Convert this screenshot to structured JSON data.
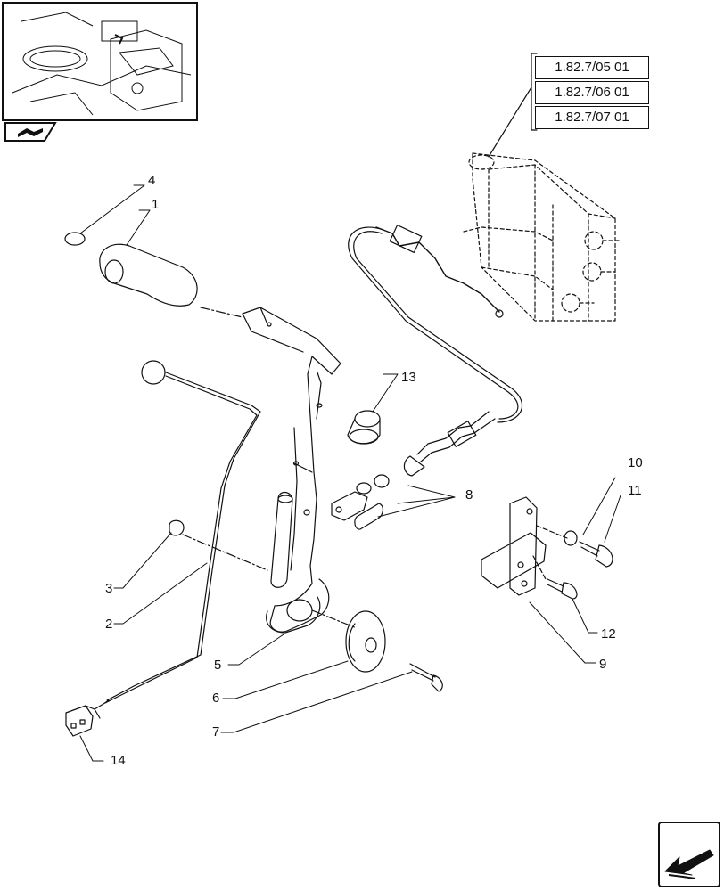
{
  "callouts": [
    "4",
    "1",
    "13",
    "8",
    "10",
    "11",
    "3",
    "2",
    "12",
    "5",
    "9",
    "6",
    "7",
    "14"
  ],
  "references": [
    "1.82.7/05 01",
    "1.82.7/06 01",
    "1.82.7/07 01"
  ],
  "icons": {
    "thumbnail": "tractor-cab-overview-thumbnail",
    "section_tab": "book-arrow-icon",
    "next_page": "next-page-arrow-icon"
  }
}
